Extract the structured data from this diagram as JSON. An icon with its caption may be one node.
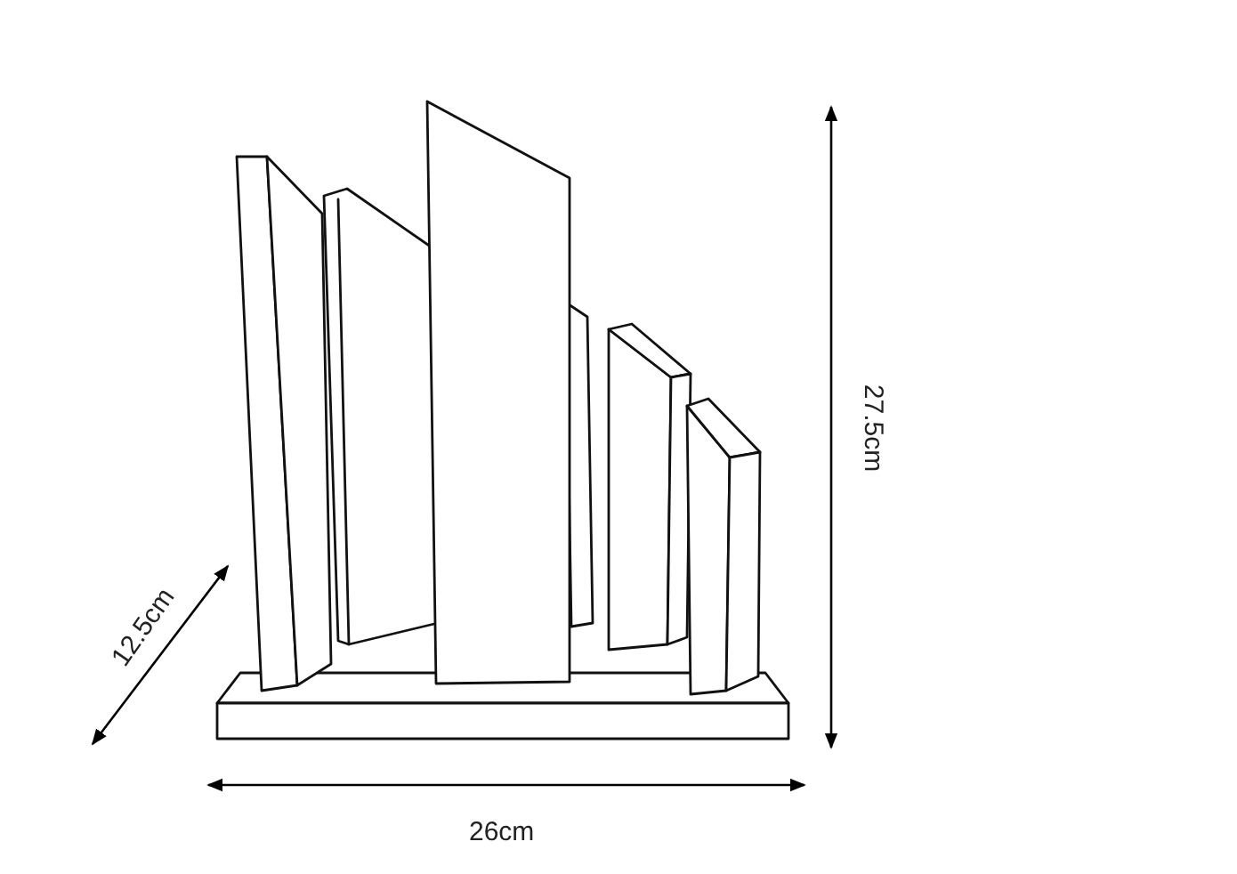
{
  "diagram": {
    "labels": [
      "27.5cm",
      "12.5cm",
      "26cm"
    ]
  }
}
